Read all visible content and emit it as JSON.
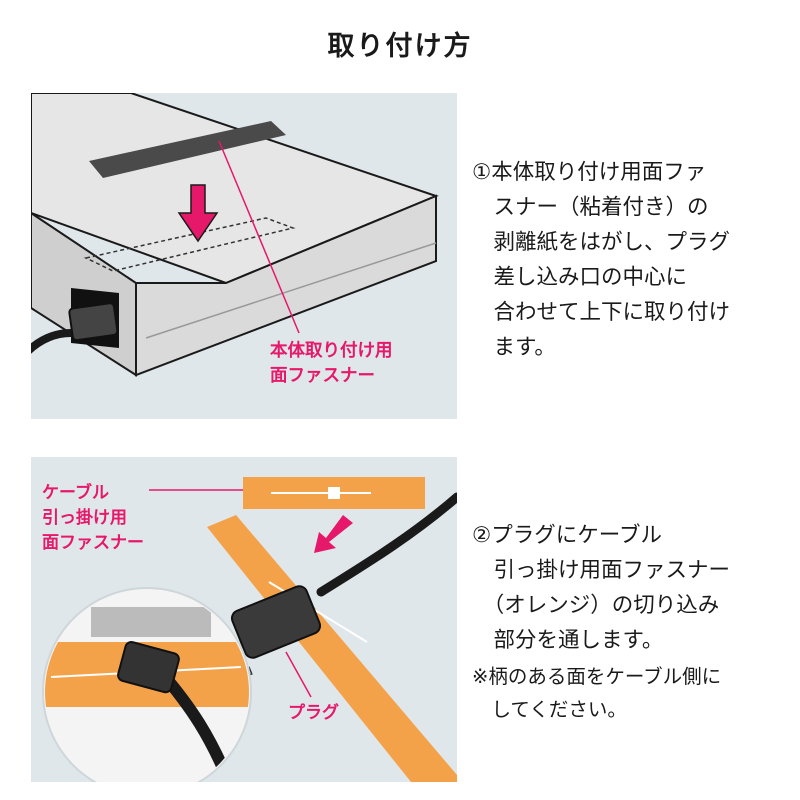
{
  "title": "取り付け方",
  "step1": {
    "label": "本体取り付け用\n面ファスナー",
    "text": "①本体取り付け用面ファ\n　スナー（粘着付き）の\n　剥離紙をはがし、プラグ\n　差し込み口の中心に\n　合わせて上下に取り付け\n　ます。"
  },
  "step2": {
    "label_fastener": "ケーブル\n引っ掛け用\n面ファスナー",
    "label_plug": "プラグ",
    "text": "②プラグにケーブル\n　引っ掛け用面ファスナー\n　（オレンジ）の切り込み\n　部分を通します。",
    "note": "※柄のある面をケーブル側に\n　してください。"
  },
  "colors": {
    "accent_pink": "#e6186a",
    "panel_bg": "#dfe7ea",
    "fastener_orange": "#f4a24a",
    "fastener_gray": "#4a4a4a",
    "device_gray": "#e4e4e4"
  }
}
